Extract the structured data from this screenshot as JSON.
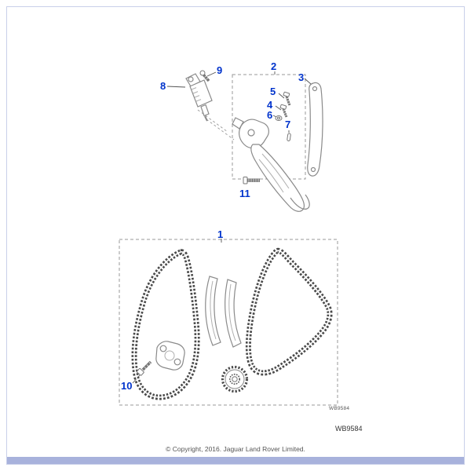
{
  "page": {
    "background": "#ffffff",
    "border_color": "#c9d0e9",
    "accent_bar_color": "#a8b2dc"
  },
  "diagram": {
    "code_inner": "WB9584",
    "code_outer": "WB9584"
  },
  "footer": {
    "copyright": "© Copyright, 2016. Jaguar Land Rover Limited."
  },
  "callouts": [
    {
      "num": "1"
    },
    {
      "num": "2"
    },
    {
      "num": "3"
    },
    {
      "num": "4"
    },
    {
      "num": "5"
    },
    {
      "num": "6"
    },
    {
      "num": "7"
    },
    {
      "num": "8"
    },
    {
      "num": "9"
    },
    {
      "num": "10"
    },
    {
      "num": "11"
    }
  ],
  "colors": {
    "callout_blue": "#0033cc",
    "part_line_gray": "#8a8a8a",
    "chain_dark": "#4a4a4a"
  }
}
